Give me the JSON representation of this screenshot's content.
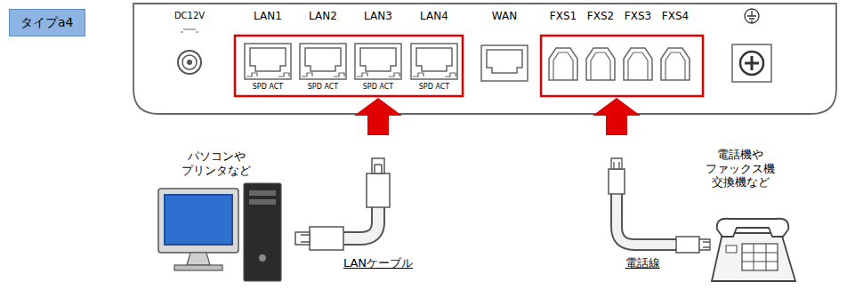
{
  "diagram": {
    "nodes": [
      {
        "text": [
          "タイプa4"
        ]
      }
    ],
    "labels": [
      "DC12V",
      "LAN1",
      "LAN2",
      "LAN3",
      "LAN4",
      "SPD ACT",
      "SPD ACT",
      "SPD ACT",
      "SPD ACT",
      "WAN",
      "FXS1",
      "FXS2",
      "FXS3",
      "FXS4",
      "パソコンや プリンタなど",
      "LANケーブル",
      "電話機や ファックス機 交換機など",
      "電話線"
    ]
  }
}
